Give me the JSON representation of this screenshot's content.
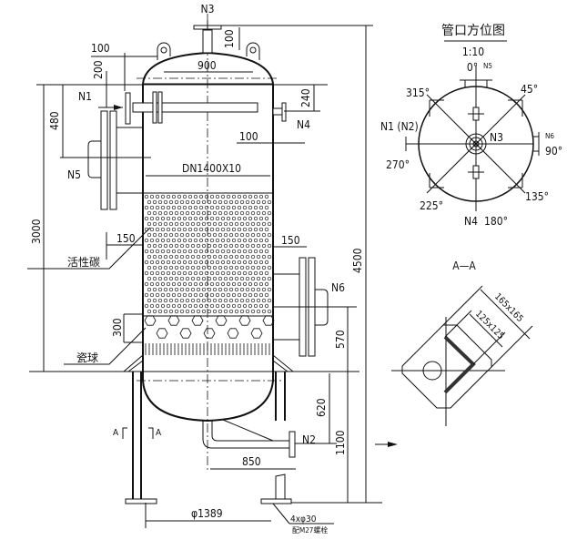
{
  "nozzles": {
    "n1": "N1",
    "n2": "N2",
    "n3": "N3",
    "n4": "N4",
    "n5": "N5",
    "n6": "N6"
  },
  "dimensions": {
    "d100_top": "100",
    "d100_left": "100",
    "d200": "200",
    "d900": "900",
    "d240": "240",
    "d480": "480",
    "d100_right": "100",
    "shell": "DN1400X10",
    "d3000": "3000",
    "d4500": "4500",
    "d150_left": "150",
    "d150_right": "150",
    "d300": "300",
    "d570": "570",
    "d620": "620",
    "d1100": "1100",
    "d850": "850",
    "d1389": "φ1389",
    "bolt_holes": "4xφ30",
    "bolt_note": "配M27螺栓"
  },
  "materials": {
    "carbon": "活性碳",
    "ceramic": "瓷球"
  },
  "section_marks": {
    "left": "A",
    "right": "A"
  },
  "orientation": {
    "title": "管口方位图",
    "scale": "1:10",
    "a0": "0°",
    "n5": "N5",
    "a45": "45°",
    "a315": "315°",
    "n1n2": "N1 (N2)",
    "a270": "270°",
    "n3": "N3",
    "n6": "N6",
    "a90": "90°",
    "a225": "225°",
    "a135": "135°",
    "n4": "N4",
    "a180": "180°"
  },
  "section": {
    "title": "A—A",
    "outer": "165x165",
    "inner": "125x125"
  }
}
